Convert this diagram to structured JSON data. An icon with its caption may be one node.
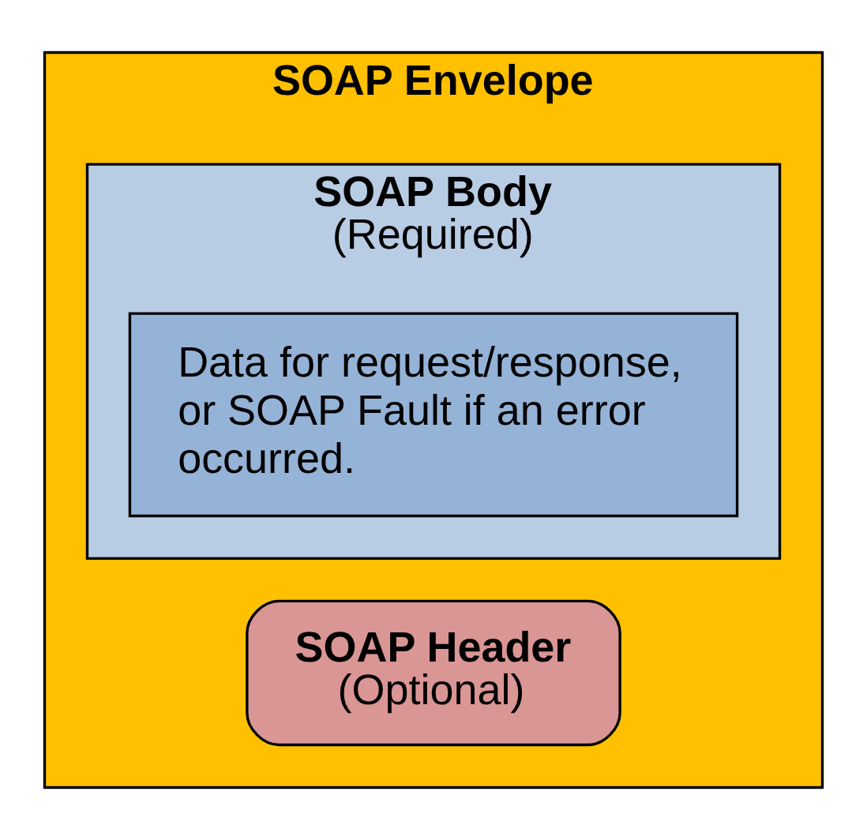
{
  "diagram": {
    "nodes": [
      {
        "text": [
          "SOAP Envelope"
        ]
      },
      {
        "text": [
          "SOAP Header",
          "(Optional)"
        ],
        "in": 0
      },
      {
        "text": [
          "SOAP Body",
          "(Required)"
        ],
        "in": 0
      },
      {
        "text": [
          "Data for request/response, or SOAP Fault if an error occurred."
        ],
        "in": 2
      }
    ]
  }
}
